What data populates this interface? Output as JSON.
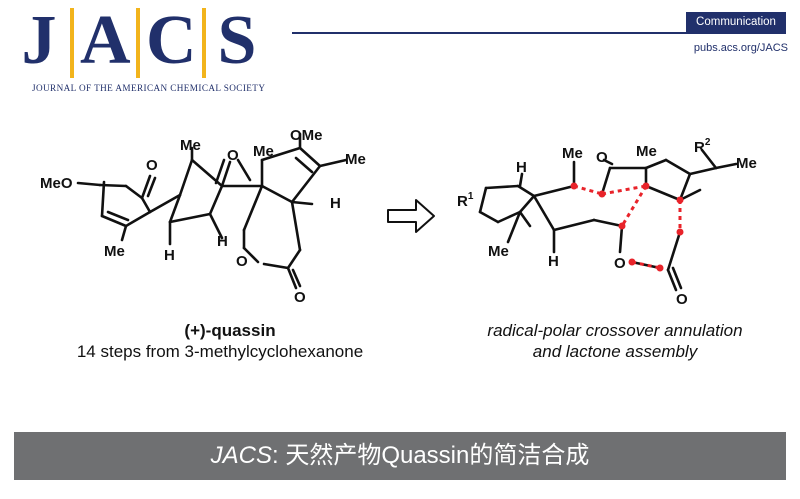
{
  "header": {
    "logo_letters": [
      "J",
      "A",
      "C",
      "S"
    ],
    "journal_name": "JOURNAL OF THE AMERICAN CHEMICAL SOCIETY",
    "article_type": "Communication",
    "url": "pubs.acs.org/JACS"
  },
  "left_scheme": {
    "labels": {
      "meo": "MeO",
      "ome": "OMe",
      "me_top": "Me",
      "me_mid": "Me",
      "me_right": "Me",
      "me_bottom": "Me",
      "o_ketone_left": "O",
      "o_ketone_center": "O",
      "o_ring": "O",
      "o_lactone": "O",
      "h_bottom_left": "H",
      "h_bottom_center": "H",
      "h_right": "H"
    },
    "name": "(+)-quassin",
    "subtitle": "14 steps from 3-methylcyclohexanone"
  },
  "arrow": {
    "icon": "hollow-right-arrow-icon"
  },
  "right_scheme": {
    "labels": {
      "h_top": "H",
      "r1": "R",
      "r1_sup": "1",
      "me_top": "Me",
      "o_ketone": "O",
      "me_center": "Me",
      "r2": "R",
      "r2_sup": "2",
      "me_right": "Me",
      "me_bottom": "Me",
      "h_bottom": "H",
      "o_ring": "O",
      "o_lactone": "O"
    },
    "caption_line1": "radical-polar crossover annulation",
    "caption_line2": "and lactone assembly"
  },
  "footer": {
    "journal": "JACS",
    "title_rest": ": 天然产物Quassin的简洁合成"
  },
  "colors": {
    "navy": "#21306b",
    "gold": "#f2b41c",
    "footer_gray": "#6f7072",
    "disconnection_red": "#e8232a"
  }
}
